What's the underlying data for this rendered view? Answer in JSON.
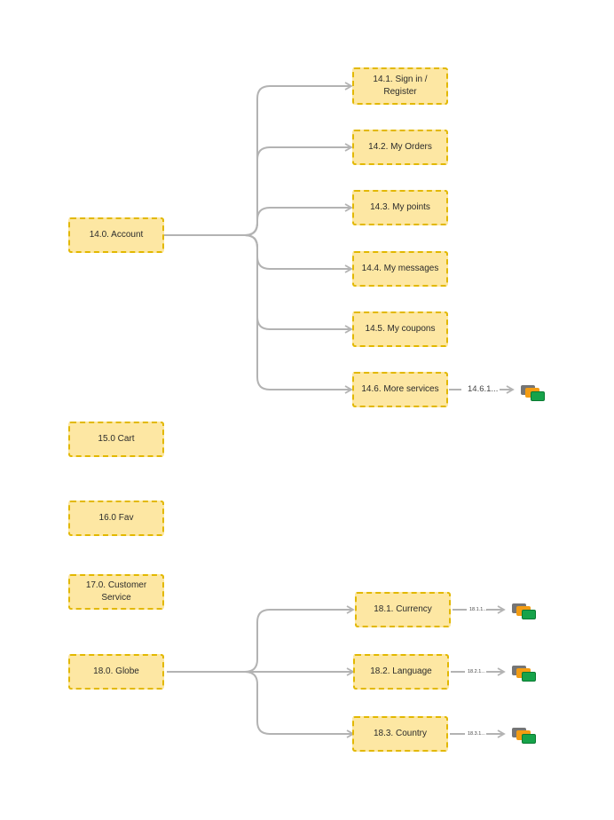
{
  "colors": {
    "node_fill": "#fde7a3",
    "node_border": "#e2b800",
    "edge": "#b3b3b3"
  },
  "nodes": {
    "account": "14.0. Account",
    "sign_in": "14.1. Sign in / Register",
    "my_orders": "14.2. My Orders",
    "my_points": "14.3. My points",
    "my_messages": "14.4. My messages",
    "my_coupons": "14.5. My coupons",
    "more_services": "14.6. More services",
    "cart": "15.0 Cart",
    "fav": "16.0 Fav",
    "customer_service": "17.0. Customer Service",
    "globe": "18.0. Globe",
    "currency": "18.1. Currency",
    "language": "18.2. Language",
    "country": "18.3. Country"
  },
  "edge_labels": {
    "more_services_next": "14.6.1...",
    "currency_next": "18.1.1...",
    "language_next": "18.2.1...",
    "country_next": "18.3.1..."
  },
  "icons": [
    "stack-icon",
    "stack-icon",
    "stack-icon",
    "stack-icon"
  ]
}
